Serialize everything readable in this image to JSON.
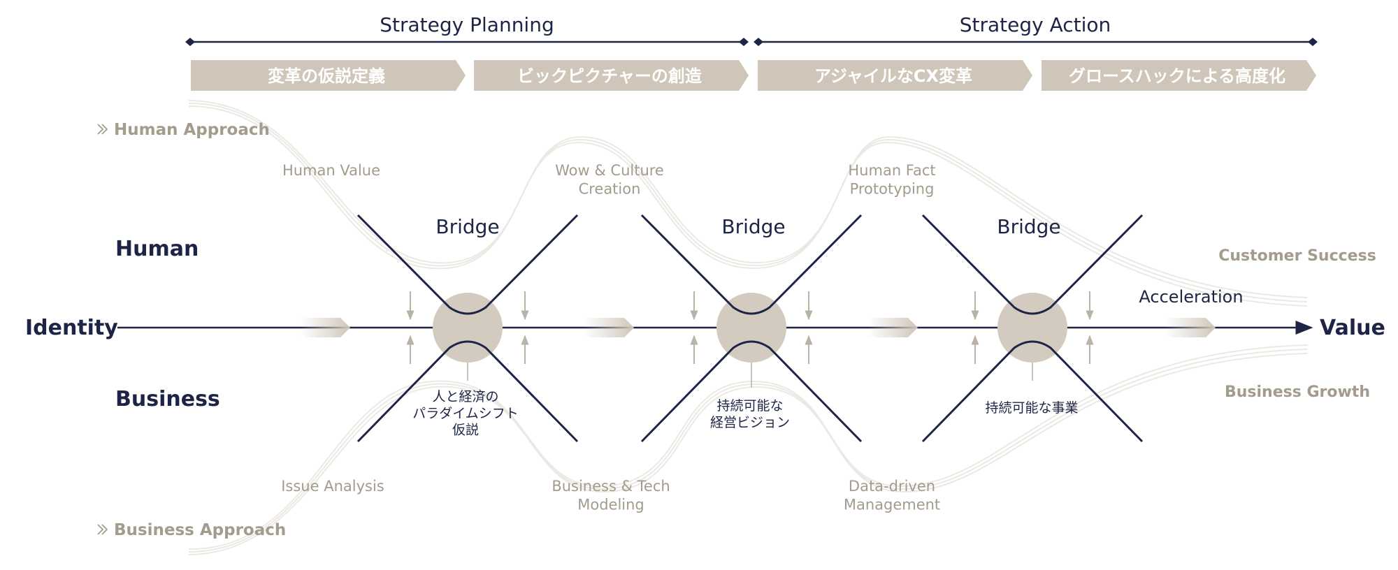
{
  "colors": {
    "navy": "#1d2445",
    "taupe": "#cfc6b9",
    "gold": "#a39b8c",
    "wave": "#ece9e4"
  },
  "phases": [
    "Strategy Planning",
    "Strategy Action"
  ],
  "steps": [
    "変革の仮説定義",
    "ビックピクチャーの創造",
    "アジャイルなCX変革",
    "グロースハックによる高度化"
  ],
  "approaches": {
    "human": "Human Approach",
    "business": "Business Approach",
    "icon": "double-chevron-right"
  },
  "rows": {
    "human": "Human",
    "business": "Business"
  },
  "axis": {
    "start": "Identity",
    "end": "Value"
  },
  "bridge_label": "Bridge",
  "human_wave": [
    "Human Value",
    "Wow & Culture\nCreation",
    "Human Fact\nPrototyping"
  ],
  "business_wave": [
    "Issue Analysis",
    "Business & Tech\nModeling",
    "Data-driven\nManagement"
  ],
  "bridge_notes": [
    "人と経済の\nパラダイムシフト\n仮説",
    "持続可能な\n経営ビジョン",
    "持続可能な事業"
  ],
  "outcomes": {
    "top": "Customer Success",
    "bottom": "Business Growth",
    "middle": "Acceleration"
  }
}
